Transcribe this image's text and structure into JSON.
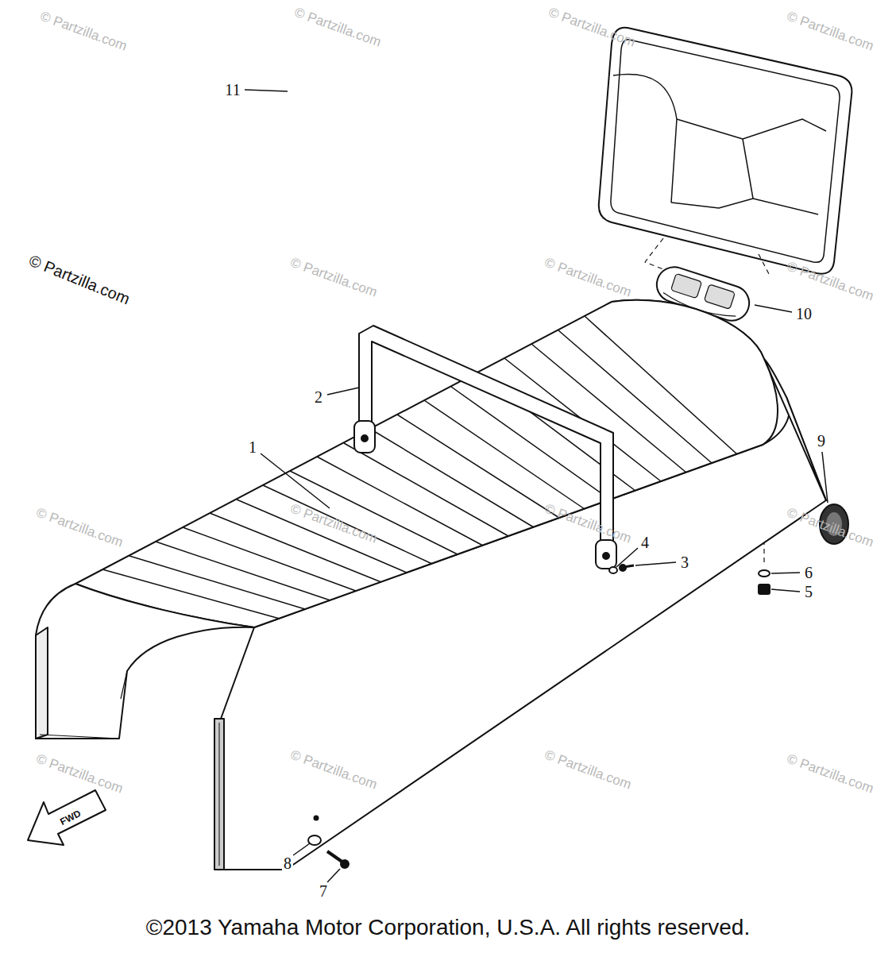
{
  "diagram": {
    "caption": "©2013 Yamaha Motor Corporation, U.S.A. All rights reserved.",
    "labels": [
      "11",
      "10",
      "2",
      "1",
      "9",
      "4",
      "3",
      "6",
      "5",
      "8",
      "7",
      "FWD",
      "© Partzilla.com",
      "© Partzilla.com",
      "© Partzilla.com",
      "© Partzilla.com",
      "© Partzilla.com",
      "© Partzilla.com",
      "© Partzilla.com",
      "© Partzilla.com",
      "© Partzilla.com",
      "© Partzilla.com",
      "© Partzilla.com",
      "© Partzilla.com",
      "© Partzilla.com",
      "© Partzilla.com",
      "© Partzilla.com",
      "© Partzilla.com"
    ]
  }
}
